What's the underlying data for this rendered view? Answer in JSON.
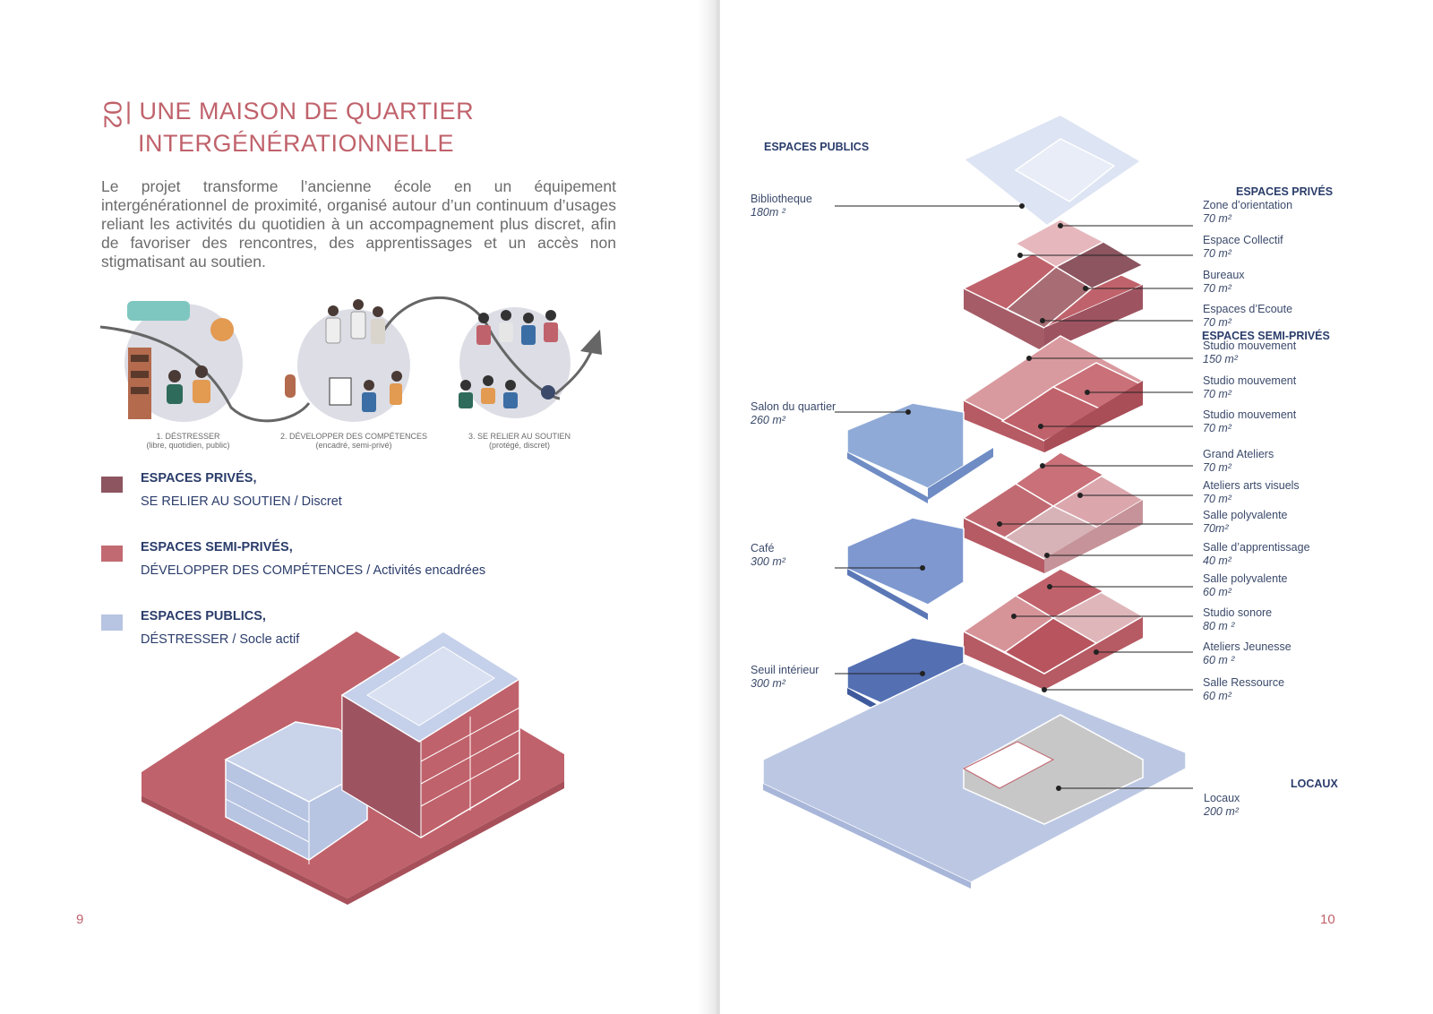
{
  "left_page": {
    "title_number": "02",
    "title_line1": "| UNE MAISON DE QUARTIER",
    "title_line2": "INTERGÉNÉRATIONNELLE",
    "intro": "Le projet transforme l’ancienne école en un équipement intergénérationnel de proximité, organisé autour d’un continuum d’usages reliant les activités du quotidien à un accompagnement plus discret, afin de favoriser des rencontres, des apprentissages et un accès non stigmatisant au soutien.",
    "steps": [
      {
        "title": "1. DÉSTRESSER",
        "sub": "(libre, quotidien, public)"
      },
      {
        "title": "2. DÉVELOPPER DES COMPÉTENCES",
        "sub": "(encadré, semi-privé)"
      },
      {
        "title": "3. SE RELIER AU SOUTIEN",
        "sub": "(protégé, discret)"
      }
    ],
    "legend": [
      {
        "title": "ESPACES PRIVÉS,",
        "sub": "SE RELIER AU SOUTIEN / Discret",
        "color": "#8c5560"
      },
      {
        "title": "ESPACES SEMI-PRIVÉS,",
        "sub": "DÉVELOPPER DES COMPÉTENCES / Activités encadrées",
        "color": "#c26a72"
      },
      {
        "title": "ESPACES PUBLICS,",
        "sub": "DÉSTRESSER / Socle actif",
        "color": "#b7c4e2"
      }
    ],
    "page_number": "9"
  },
  "right_page": {
    "headers": {
      "public": "ESPACES PUBLICS",
      "private": "ESPACES PRIVÉS",
      "semi_private": "ESPACES SEMI-PRIVÉS",
      "locaux": "LOCAUX"
    },
    "left_labels": [
      {
        "name": "Bibliotheque",
        "area": "180m ²"
      },
      {
        "name": "Salon du quartier",
        "area": "260 m²"
      },
      {
        "name": "Café",
        "area": "300 m²"
      },
      {
        "name": "Seuil intérieur",
        "area": "300 m²"
      }
    ],
    "right_labels": [
      {
        "name": "Zone d’orientation",
        "area": "70 m²"
      },
      {
        "name": "Espace Collectif",
        "area": "70 m²"
      },
      {
        "name": "Bureaux",
        "area": "70 m²"
      },
      {
        "name": "Espaces d’Ecoute",
        "area": "70 m²"
      },
      {
        "name": "Studio mouvement",
        "area": "150 m²"
      },
      {
        "name": "Studio mouvement",
        "area": "70 m²"
      },
      {
        "name": "Studio mouvement",
        "area": "70 m²"
      },
      {
        "name": "Grand Ateliers",
        "area": "70 m²"
      },
      {
        "name": "Ateliers arts visuels",
        "area": "70 m²"
      },
      {
        "name": "Salle polyvalente",
        "area": "70m²"
      },
      {
        "name": "Salle d’apprentissage",
        "area": "40 m²"
      },
      {
        "name": "Salle polyvalente",
        "area": "60 m²"
      },
      {
        "name": "Studio sonore",
        "area": "80 m ²"
      },
      {
        "name": "Ateliers Jeunesse",
        "area": "60 m ²"
      },
      {
        "name": "Salle Ressource",
        "area": "60 m²"
      },
      {
        "name": "Locaux",
        "area": "200 m²"
      }
    ],
    "page_number": "10"
  }
}
